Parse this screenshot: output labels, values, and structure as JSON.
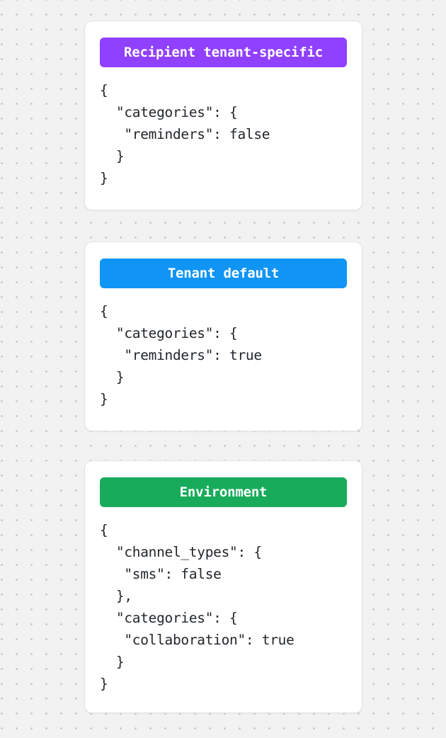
{
  "page": {
    "background_color": "#f2f2f2",
    "dot_color": "#c9c9c9",
    "card_background": "#ffffff",
    "card_border_color": "#e3e3e3",
    "code_text_color": "#22272c"
  },
  "cards": [
    {
      "id": "recipient-tenant-specific",
      "header_label": "Recipient tenant-specific",
      "header_color": "#9040ff",
      "header_text_color": "#ffffff",
      "code": "{\n  \"categories\": {\n   \"reminders\": false\n  }\n}"
    },
    {
      "id": "tenant-default",
      "header_label": "Tenant default",
      "header_color": "#1195f5",
      "header_text_color": "#ffffff",
      "code": "{\n  \"categories\": {\n   \"reminders\": true\n  }\n}"
    },
    {
      "id": "environment",
      "header_label": "Environment",
      "header_color": "#18ab5c",
      "header_text_color": "#ffffff",
      "code": "{\n  \"channel_types\": {\n   \"sms\": false\n  },\n  \"categories\": {\n   \"collaboration\": true\n  }\n}"
    }
  ]
}
